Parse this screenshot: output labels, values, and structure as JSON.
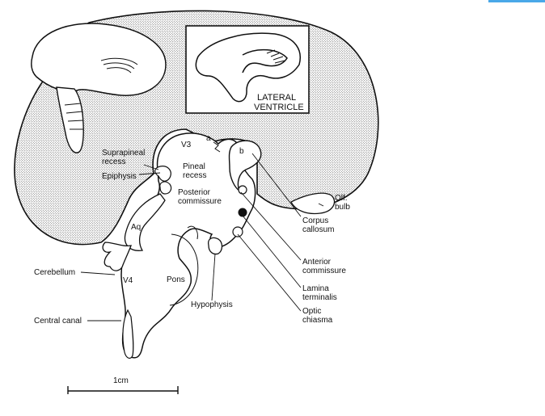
{
  "labels": {
    "lateral_ventricle_line1": "LATERAL",
    "lateral_ventricle_line2": "VENTRICLE",
    "v3": "V3",
    "a": "a",
    "b": "b",
    "suprapineal_line1": "Suprapineal",
    "suprapineal_line2": "recess",
    "pineal_line1": "Pineal",
    "pineal_line2": "recess",
    "epiphysis": "Epiphysis",
    "posterior_commissure_line1": "Posterior",
    "posterior_commissure_line2": "commissure",
    "aq": "Aq.",
    "olf_bulb_line1": "Olf.",
    "olf_bulb_line2": "bulb",
    "corpus_callosum_line1": "Corpus",
    "corpus_callosum_line2": "callosum",
    "anterior_commissure_line1": "Anterior",
    "anterior_commissure_line2": "commissure",
    "lamina_terminalis_line1": "Lamina",
    "lamina_terminalis_line2": "terminalis",
    "optic_chiasma_line1": "Optic",
    "optic_chiasma_line2": "chiasma",
    "cerebellum": "Cerebellum",
    "v4": "V4",
    "pons": "Pons",
    "hypophysis": "Hypophysis",
    "central_canal": "Central canal",
    "scale_bar": "1cm"
  },
  "colors": {
    "stipple_fill": "#c8c8c8",
    "ink": "#111111",
    "accent_corner": "#4aa8e8"
  }
}
